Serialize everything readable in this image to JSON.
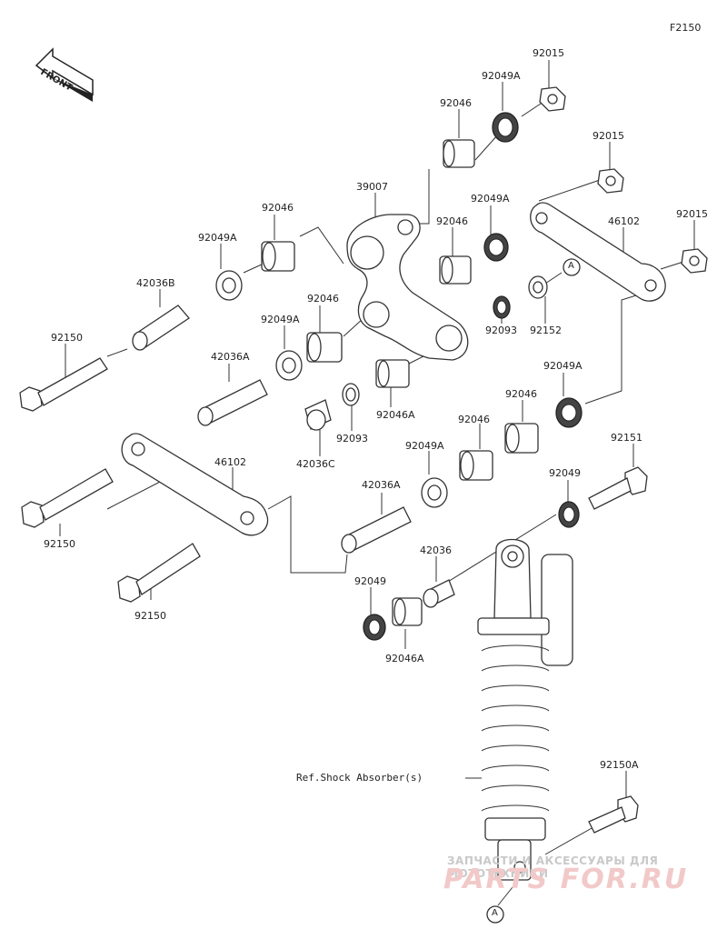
{
  "figure_code": "F2150",
  "front_label": "FRONT",
  "reference_text": "Ref.Shock Absorber(s)",
  "callout_letter": "A",
  "watermark": {
    "top": "ЗАПЧАСТИ И АКСЕССУАРЫ ДЛЯ МОТОТЕХНИКИ",
    "brand": "PARTS FOR.RU"
  },
  "labels": [
    {
      "id": "l1",
      "text": "92015"
    },
    {
      "id": "l2",
      "text": "92049A"
    },
    {
      "id": "l3",
      "text": "92046"
    },
    {
      "id": "l4",
      "text": "92015"
    },
    {
      "id": "l5",
      "text": "39007"
    },
    {
      "id": "l6",
      "text": "92049A"
    },
    {
      "id": "l7",
      "text": "92046"
    },
    {
      "id": "l8",
      "text": "92049A"
    },
    {
      "id": "l9",
      "text": "92046"
    },
    {
      "id": "l10",
      "text": "46102"
    },
    {
      "id": "l11",
      "text": "92015"
    },
    {
      "id": "l12",
      "text": "42036B"
    },
    {
      "id": "l13",
      "text": "92046"
    },
    {
      "id": "l14",
      "text": "92049A"
    },
    {
      "id": "l15",
      "text": "92093"
    },
    {
      "id": "l16",
      "text": "92152"
    },
    {
      "id": "l17",
      "text": "92150"
    },
    {
      "id": "l18",
      "text": "42036A"
    },
    {
      "id": "l19",
      "text": "92049A"
    },
    {
      "id": "l20",
      "text": "92046A"
    },
    {
      "id": "l21",
      "text": "92046"
    },
    {
      "id": "l22",
      "text": "92093"
    },
    {
      "id": "l23",
      "text": "42036C"
    },
    {
      "id": "l24",
      "text": "92046"
    },
    {
      "id": "l25",
      "text": "92049A"
    },
    {
      "id": "l26",
      "text": "92151"
    },
    {
      "id": "l27",
      "text": "46102"
    },
    {
      "id": "l28",
      "text": "42036A"
    },
    {
      "id": "l29",
      "text": "92049"
    },
    {
      "id": "l30",
      "text": "92150"
    },
    {
      "id": "l31",
      "text": "42036"
    },
    {
      "id": "l32",
      "text": "92049"
    },
    {
      "id": "l33",
      "text": "92150"
    },
    {
      "id": "l34",
      "text": "92046A"
    },
    {
      "id": "l35",
      "text": "92150A"
    }
  ]
}
